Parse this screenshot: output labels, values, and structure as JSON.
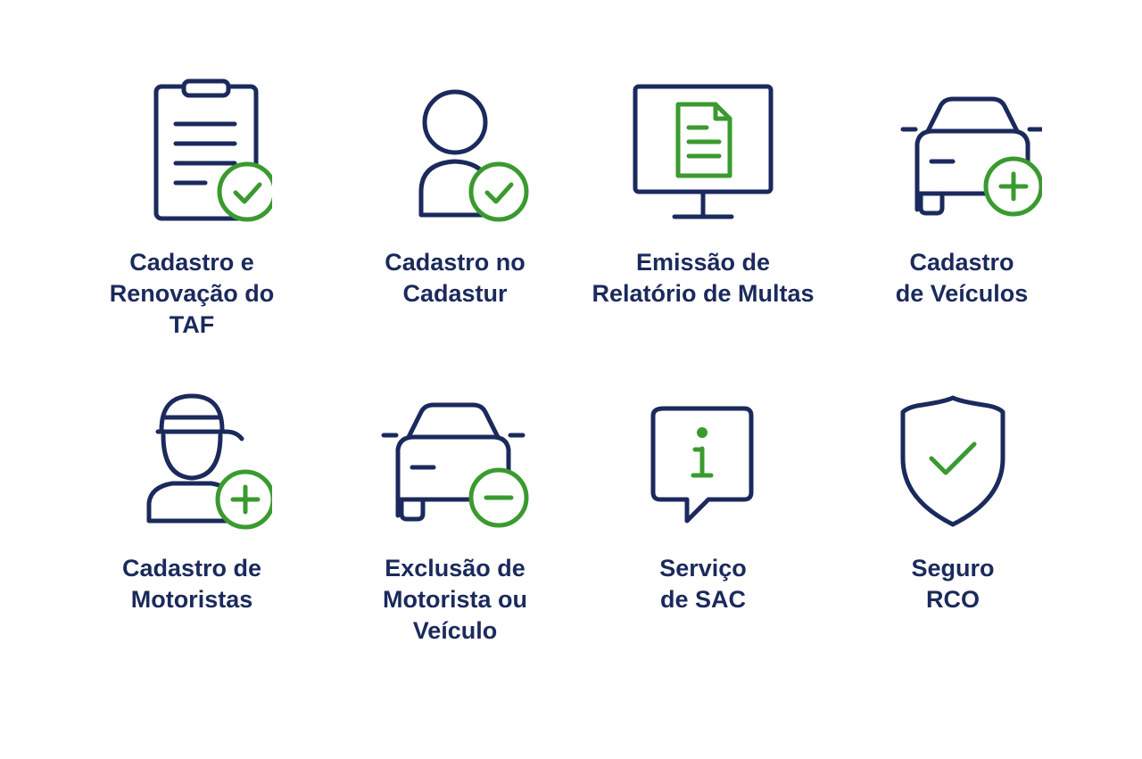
{
  "services": [
    {
      "label": "Cadastro e\nRenovação do\nTAF",
      "icon": "clipboard-check-icon"
    },
    {
      "label": "Cadastro no\nCadastur",
      "icon": "user-check-icon"
    },
    {
      "label": "Emissão de\nRelatório de Multas",
      "icon": "monitor-document-icon"
    },
    {
      "label": "Cadastro\nde Veículos",
      "icon": "car-plus-icon"
    },
    {
      "label": "Cadastro de\nMotoristas",
      "icon": "driver-plus-icon"
    },
    {
      "label": "Exclusão de\nMotorista ou\nVeículo",
      "icon": "car-minus-icon"
    },
    {
      "label": "Serviço\nde SAC",
      "icon": "info-chat-icon"
    },
    {
      "label": "Seguro\nRCO",
      "icon": "shield-check-icon"
    }
  ],
  "colors": {
    "primary": "#1b2a5c",
    "accent": "#3a9a2f",
    "background": "#ffffff"
  }
}
